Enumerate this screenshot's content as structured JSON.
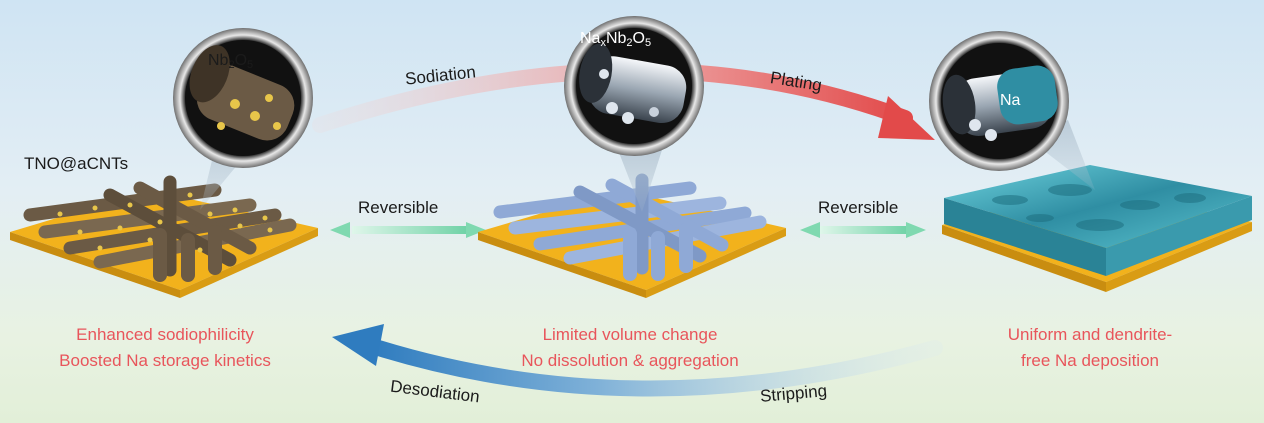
{
  "panels": [
    {
      "name": "TNO@aCNTs",
      "inset_label": "Nb2O5",
      "inset_label_parts": [
        "Nb",
        "2",
        "O",
        "5"
      ],
      "caption": [
        "Enhanced sodiophilicity",
        "Boosted Na storage kinetics"
      ]
    },
    {
      "inset_label": "NaxNb2O5",
      "inset_label_parts": [
        "Na",
        "x",
        "Nb",
        "2",
        "O",
        "5"
      ],
      "caption": [
        "Limited volume change",
        "No dissolution & aggregation"
      ]
    },
    {
      "inset_label": "Na",
      "caption": [
        "Uniform and dendrite-",
        "free Na deposition"
      ]
    }
  ],
  "arrows": {
    "sodiation": "Sodiation",
    "plating": "Plating",
    "desodiation": "Desodiation",
    "stripping": "Stripping",
    "reversible_left": "Reversible",
    "reversible_right": "Reversible"
  },
  "colors": {
    "substrate": "#f2b21c",
    "tube_brown": "#6b5a45",
    "tube_blue": "#8fa9d6",
    "sodium_layer": "#3fa6b8",
    "caption_red": "#e8555b",
    "arrow_red": "#e85a5a",
    "arrow_blue": "#3f86c2",
    "arrow_green": "#7fd9b0"
  }
}
